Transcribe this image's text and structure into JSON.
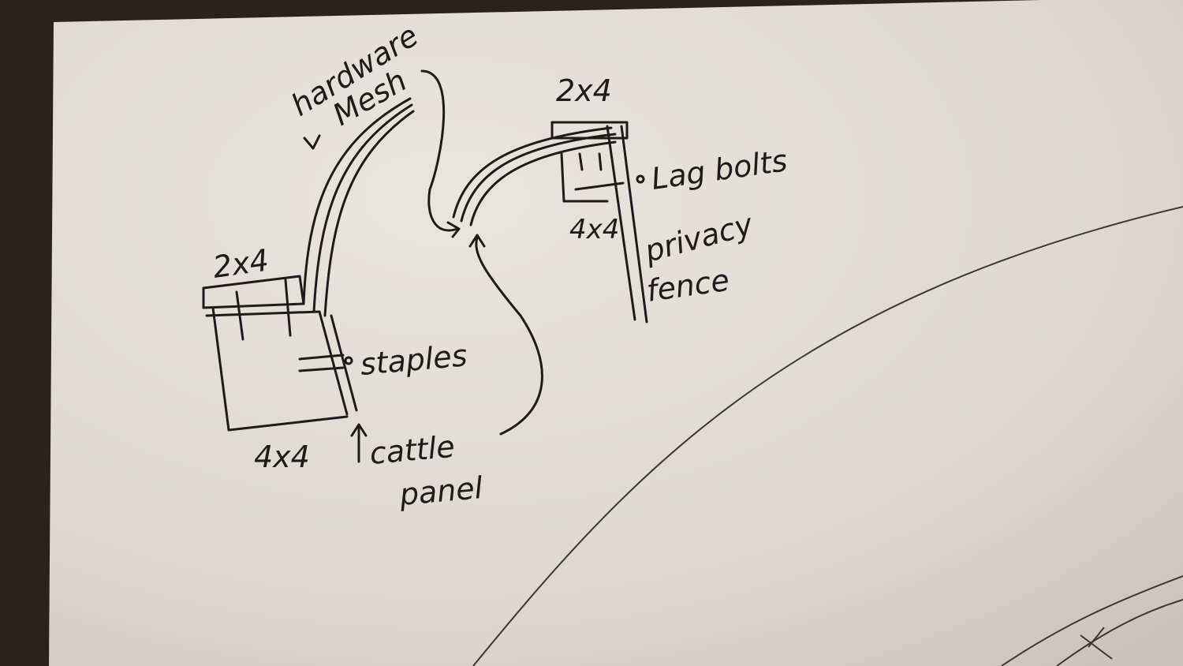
{
  "diagram": {
    "labels": {
      "hardware": "hardware",
      "mesh": "Mesh",
      "top_right_2x4": "2x4",
      "lag_bolts": "Lag bolts",
      "right_4x4": "4x4",
      "privacy": "privacy",
      "fence": "fence",
      "left_2x4": "2x4",
      "staples": "staples",
      "left_4x4": "4x4",
      "cattle": "cattle",
      "panel": "panel"
    },
    "colors": {
      "paper": "#e4e1da",
      "ink": "#1e1c1a",
      "background": "#2a221e"
    }
  }
}
